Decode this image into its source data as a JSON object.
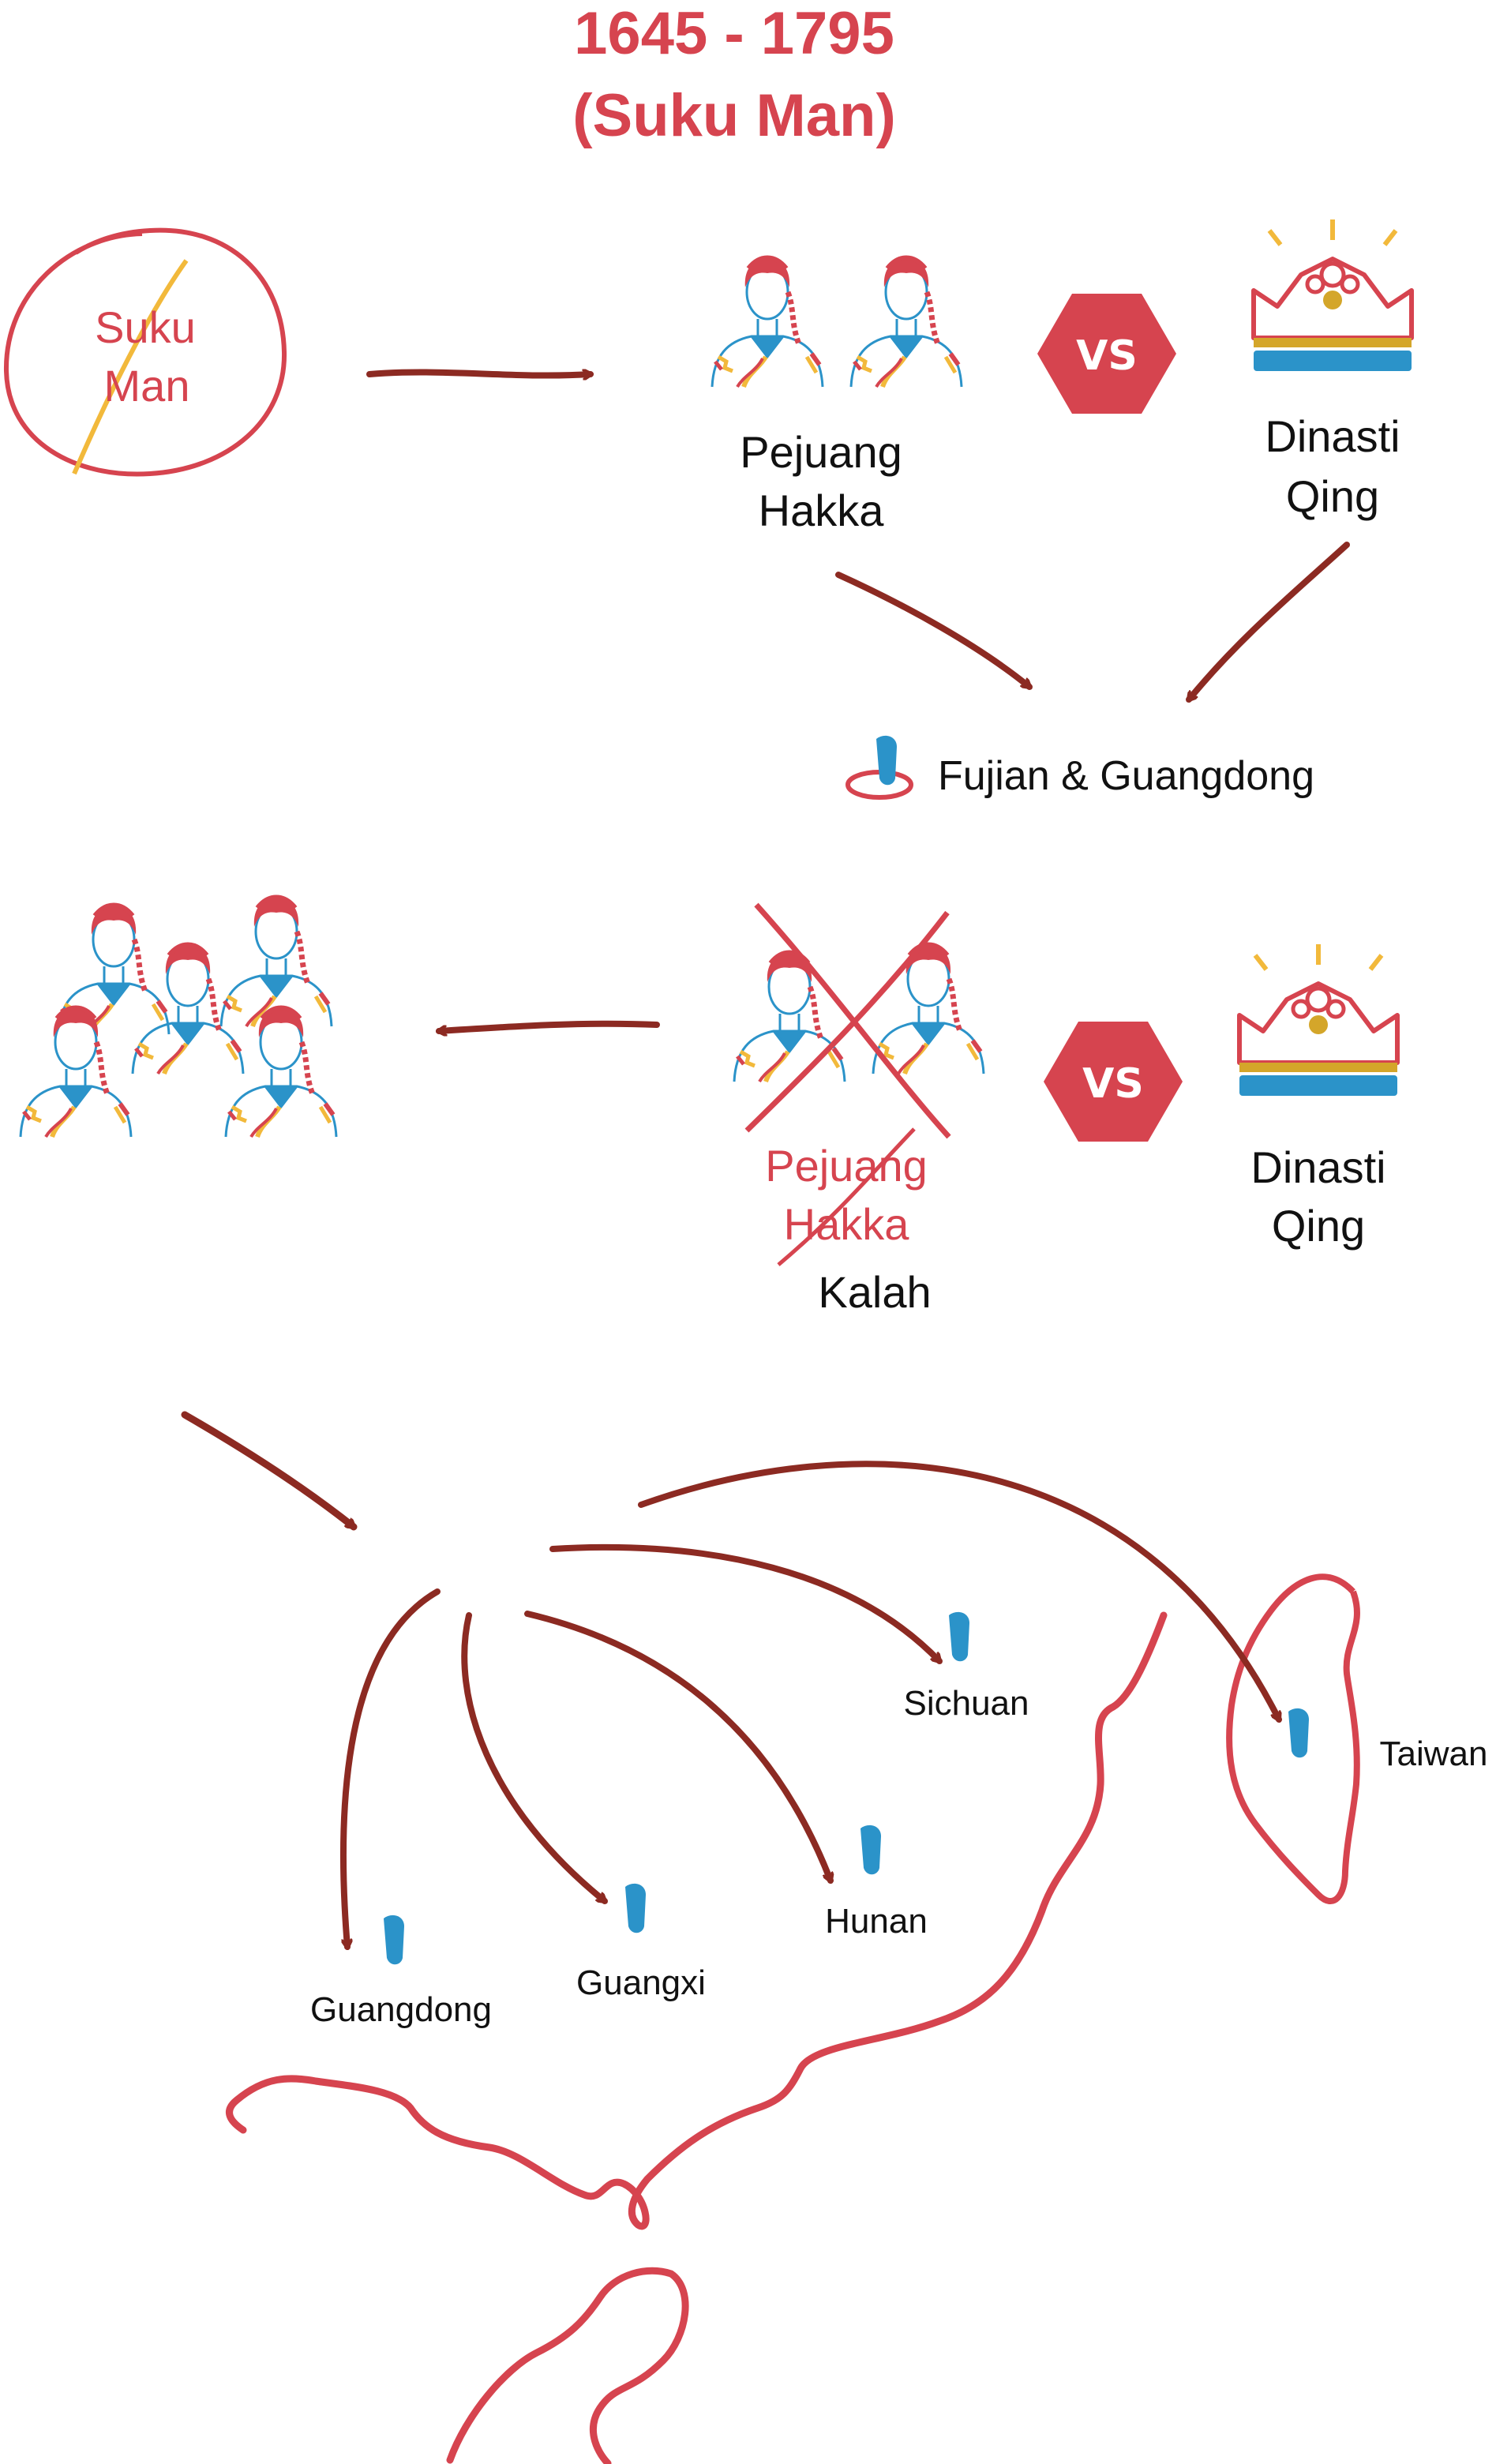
{
  "title": {
    "years": "1645 - 1795",
    "subtitle": "(Suku Man)"
  },
  "row1": {
    "crossed_circle": {
      "line1": "Suku",
      "line2": "Man"
    },
    "fighters": {
      "line1": "Pejuang",
      "line2": "Hakka"
    },
    "vs": "VS",
    "dynasty": {
      "line1": "Dinasti",
      "line2": "Qing"
    },
    "location": "Fujian & Guangdong"
  },
  "row2": {
    "fighters_crossed": {
      "line1": "Pejuang",
      "line2": "Hakka"
    },
    "result": "Kalah",
    "vs": "VS",
    "dynasty": {
      "line1": "Dinasti",
      "line2": "Qing"
    }
  },
  "map": {
    "destinations": [
      "Sichuan",
      "Taiwan",
      "Hunan",
      "Guangxi",
      "Guangdong"
    ]
  },
  "colors": {
    "red": "#d6444f",
    "dark_red": "#8c2a22",
    "blue": "#2b93c9",
    "gold": "#d4a62a",
    "yellow": "#f2b93b"
  },
  "icons": [
    "crossed-circle-icon",
    "hakka-fighters-icon",
    "vs-hexagon-icon",
    "crown-icon",
    "location-pin-icon",
    "crowd-icon",
    "arrow-icon",
    "map-outline-icon"
  ]
}
